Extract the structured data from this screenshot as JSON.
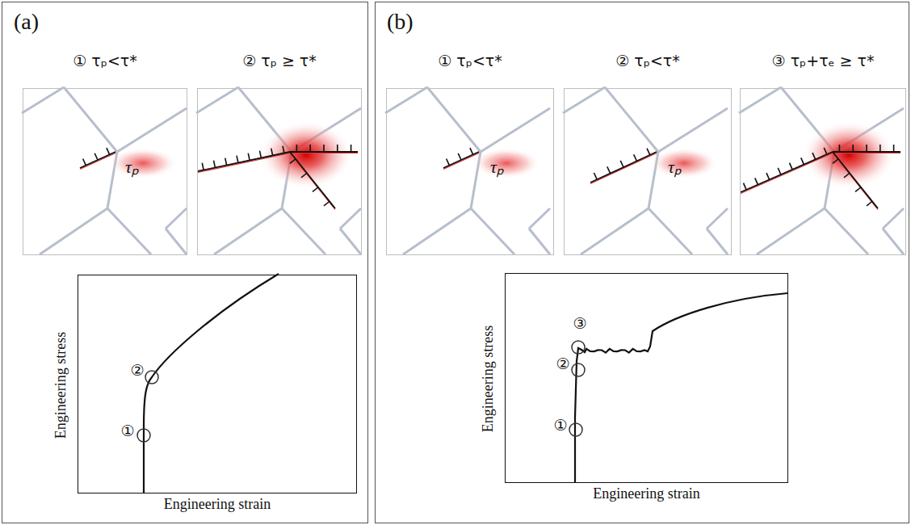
{
  "diagram": {
    "nodes": [
      {
        "text": [
          "(a)"
        ]
      },
      {
        "text": [
          "① τₚ<τ*",
          "τₚ"
        ],
        "in": 0
      },
      {
        "text": [
          "② τₚ ≥ τ*"
        ],
        "in": 0
      },
      {
        "text": [
          "Engineering strain",
          "Engineering stress"
        ],
        "in": 0
      },
      {
        "text": [
          "(b)"
        ]
      },
      {
        "text": [
          "① τₚ<τ*",
          "τₚ"
        ],
        "in": 4
      },
      {
        "text": [
          "② τₚ<τ*",
          "τₚ"
        ],
        "in": 4
      },
      {
        "text": [
          "③ τₚ+τₑ ≥ τ*"
        ],
        "in": 4
      },
      {
        "text": [
          "Engineering strain",
          "Engineering stress"
        ],
        "in": 4
      }
    ],
    "labels": [
      "①",
      "②",
      "①",
      "②",
      "③"
    ]
  }
}
